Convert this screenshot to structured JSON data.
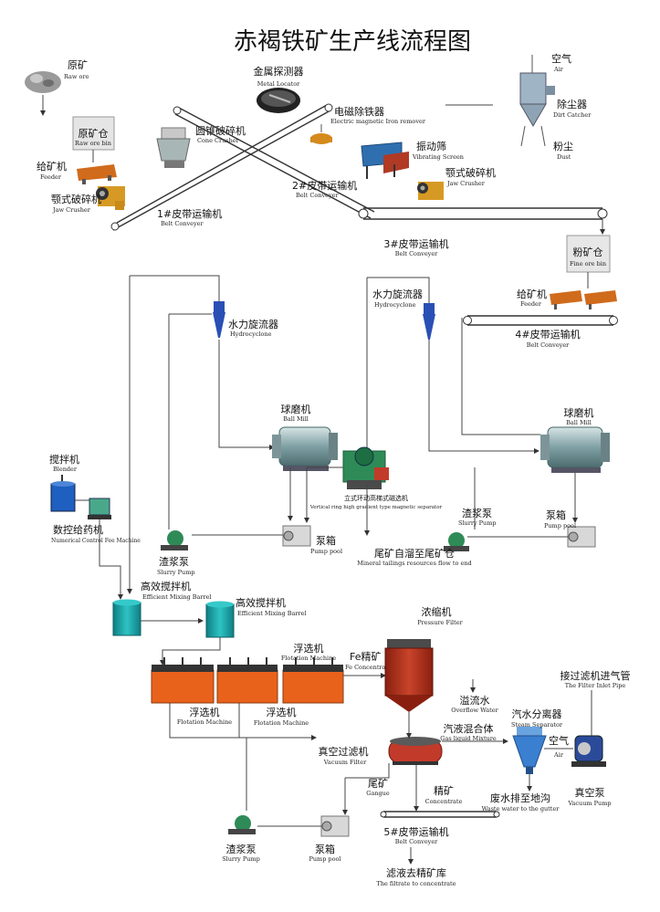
{
  "title": "赤褐铁矿生产线流程图",
  "labels": {
    "raw_ore": {
      "zh": "原矿",
      "en": "Raw ore"
    },
    "raw_bin": {
      "zh": "原矿仓",
      "en": "Raw ore bin"
    },
    "feeder1": {
      "zh": "给矿机",
      "en": "Feeder"
    },
    "jaw1": {
      "zh": "颚式破碎机",
      "en": "Jaw Crusher"
    },
    "belt1": {
      "zh": "1#皮带运输机",
      "en": "Belt Conveyer"
    },
    "metal": {
      "zh": "金属探测器",
      "en": "Metal Locator"
    },
    "cone": {
      "zh": "圆锥破碎机",
      "en": "Cone Crusher"
    },
    "iron_rem": {
      "zh": "电磁除铁器",
      "en": "Electric magnetic Iron remover"
    },
    "belt2": {
      "zh": "2#皮带运输机",
      "en": "Belt Conveyer"
    },
    "vib": {
      "zh": "振动筛",
      "en": "Vibrating Screen"
    },
    "jaw2": {
      "zh": "颚式破碎机",
      "en": "Jaw Crusher"
    },
    "belt3": {
      "zh": "3#皮带运输机",
      "en": "Belt Conveyer"
    },
    "air_top": {
      "zh": "空气",
      "en": "Air"
    },
    "dust_cat": {
      "zh": "除尘器",
      "en": "Dirt Catcher"
    },
    "dust": {
      "zh": "粉尘",
      "en": "Dust"
    },
    "fine_bin": {
      "zh": "粉矿仓",
      "en": "Fine ore bin"
    },
    "feeder2": {
      "zh": "给矿机",
      "en": "Feeder"
    },
    "belt4": {
      "zh": "4#皮带运输机",
      "en": "Belt Conveyer"
    },
    "hydro1": {
      "zh": "水力旋流器",
      "en": "Hydrocyclone"
    },
    "hydro2": {
      "zh": "水力旋流器",
      "en": "Hydrocyclone"
    },
    "ball1": {
      "zh": "球磨机",
      "en": "Ball Mill"
    },
    "ball2": {
      "zh": "球磨机",
      "en": "Ball Mill"
    },
    "vms": {
      "zh": "立式环动高梯式磁选机",
      "en": "Vertical ring high gradient type magnetic separator"
    },
    "slurry_mid": {
      "zh": "渣浆泵",
      "en": "Slurry Pump"
    },
    "pump_box_r": {
      "zh": "泵箱",
      "en": "Pump pool"
    },
    "mixer": {
      "zh": "搅拌机",
      "en": "Blender"
    },
    "reagent": {
      "zh": "数控给药机",
      "en": "Numerical Control Fee Machine"
    },
    "pump_box_m": {
      "zh": "泵箱",
      "en": "Pump pool"
    },
    "slurry_left": {
      "zh": "渣浆泵",
      "en": "Slurry Pump"
    },
    "tailings": {
      "zh": "尾矿自溜至尾矿仓",
      "en": "Mineral tailings resources flow to end"
    },
    "mix1": {
      "zh": "高效搅拌机",
      "en": "Efficient Mixing Barrel"
    },
    "mix2": {
      "zh": "高效搅拌机",
      "en": "Efficient Mixing Barrel"
    },
    "flot_top": {
      "zh": "浮选机",
      "en": "Flotation Machine"
    },
    "fe_conc": {
      "zh": "Fe精矿",
      "en": "Fe Concentrate"
    },
    "thickener": {
      "zh": "浓缩机",
      "en": "Pressure Filter"
    },
    "overflow": {
      "zh": "溢流水",
      "en": "Overflow Water"
    },
    "flot_l": {
      "zh": "浮选机",
      "en": "Flotation Machine"
    },
    "flot_m": {
      "zh": "浮选机",
      "en": "Flotation Machine"
    },
    "gas_liq": {
      "zh": "汽液混合体",
      "en": "Gas liquid Mixture"
    },
    "steam_sep": {
      "zh": "汽水分离器",
      "en": "Steam Separator"
    },
    "filter_pipe": {
      "zh": "接过滤机进气管",
      "en": "The Filter Inlet Pipe"
    },
    "air_right": {
      "zh": "空气",
      "en": "Air"
    },
    "vac_filter": {
      "zh": "真空过滤机",
      "en": "Vacuum Filter"
    },
    "waste": {
      "zh": "废水排至地沟",
      "en": "Waste water to the gutter"
    },
    "vac_pump": {
      "zh": "真空泵",
      "en": "Vacuum Pump"
    },
    "gangue": {
      "zh": "尾矿",
      "en": "Gangue"
    },
    "concentrate": {
      "zh": "精矿",
      "en": "Concentrate"
    },
    "slurry_bot": {
      "zh": "渣浆泵",
      "en": "Slurry Pump"
    },
    "pump_box_b": {
      "zh": "泵箱",
      "en": "Pump pool"
    },
    "belt5": {
      "zh": "5#皮带运输机",
      "en": "Belt Conveyer"
    },
    "filtrate": {
      "zh": "滤液去精矿库",
      "en": "The filtrate to concentrate"
    }
  },
  "colors": {
    "belt": "#333333",
    "flotation": "#e8621c",
    "tank": "#1aa6a8",
    "mill": "#8fb0b4",
    "separator_green": "#2e8b57",
    "cyclone": "#2a4fb5",
    "thickener": "#b6361e",
    "vac_pump": "#2b4a9a",
    "steam_sep": "#3a7fd0",
    "feeder": "#d06b1c"
  }
}
